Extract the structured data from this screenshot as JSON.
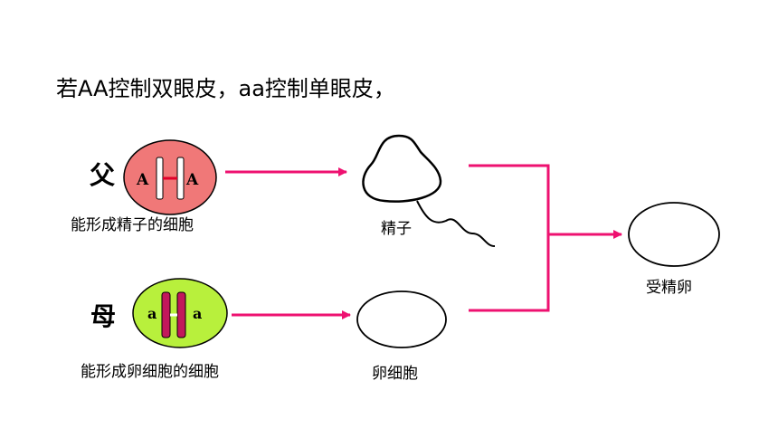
{
  "title": "若AA控制双眼皮，aa控制单眼皮，",
  "father": {
    "label": "父",
    "allele_left": "A",
    "allele_right": "A",
    "cell_caption": "能形成精子的细胞",
    "cell_color": "#f07878",
    "chromosome_color": "#ffffff",
    "bridge_color": "#e0002a"
  },
  "mother": {
    "label": "母",
    "allele_left": "a",
    "allele_right": "a",
    "cell_caption": "能形成卵细胞的细胞",
    "cell_color": "#b8f03c",
    "chromosome_color": "#c2185b",
    "bridge_color": "#ffffff"
  },
  "sperm_label": "精子",
  "egg_label": "卵细胞",
  "zygote_label": "受精卵",
  "arrow_color": "#ee1170"
}
